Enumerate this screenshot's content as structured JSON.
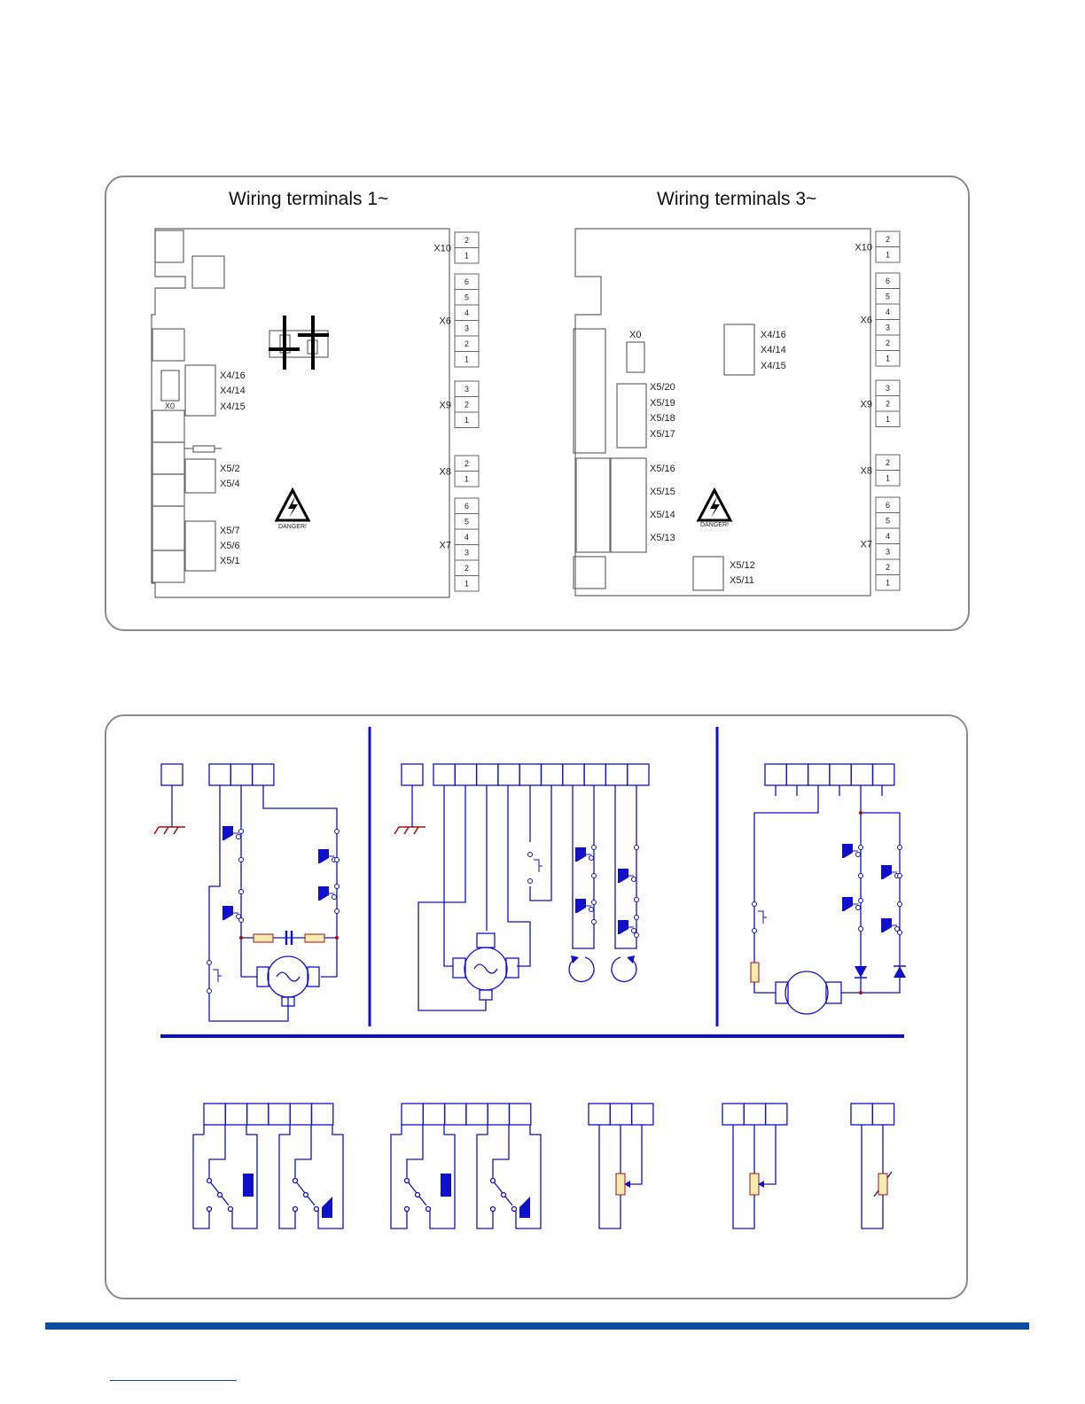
{
  "colors": {
    "panel_border": "#8a8a8a",
    "diagram_blue": "#1010c8",
    "accent_red": "#a01010",
    "resistor_fill": "#f6ecb2",
    "footer_bar": "#0c4da2",
    "board_line": "#666666"
  },
  "terminals_panel": {
    "left_title": "Wiring terminals 1~",
    "right_title": "Wiring terminals 3~",
    "left_board": {
      "x0_label": "X0",
      "labels": [
        "X4/16",
        "X4/14",
        "X4/15",
        "X5/2",
        "X5/4",
        "X5/7",
        "X5/6",
        "X5/1"
      ],
      "danger": "DANGER!"
    },
    "right_board": {
      "x0_label": "X0",
      "labels": [
        "X4/16",
        "X4/14",
        "X4/15",
        "X5/20",
        "X5/19",
        "X5/18",
        "X5/17",
        "X5/16",
        "X5/15",
        "X5/14",
        "X5/13",
        "X5/12",
        "X5/11"
      ],
      "danger": "DANGER!"
    },
    "strips": [
      {
        "name": "X10",
        "pins": [
          "2",
          "1"
        ]
      },
      {
        "name": "X6",
        "pins": [
          "6",
          "5",
          "4",
          "3",
          "2",
          "1"
        ]
      },
      {
        "name": "X9",
        "pins": [
          "3",
          "2",
          "1"
        ]
      },
      {
        "name": "X8",
        "pins": [
          "2",
          "1"
        ]
      },
      {
        "name": "X7",
        "pins": [
          "6",
          "5",
          "4",
          "3",
          "2",
          "1"
        ]
      }
    ]
  },
  "icons": {
    "danger": "high-voltage-warning-icon",
    "ground": "ground-symbol-icon",
    "motor_ac": "ac-motor-icon",
    "motor_dc": "dc-motor-icon",
    "rotation_cw": "clockwise-arrow-icon",
    "rotation_ccw": "counterclockwise-arrow-icon",
    "relay": "relay-contact-icon",
    "potentiometer": "potentiometer-icon",
    "thermistor": "thermistor-icon",
    "diode": "diode-icon"
  }
}
